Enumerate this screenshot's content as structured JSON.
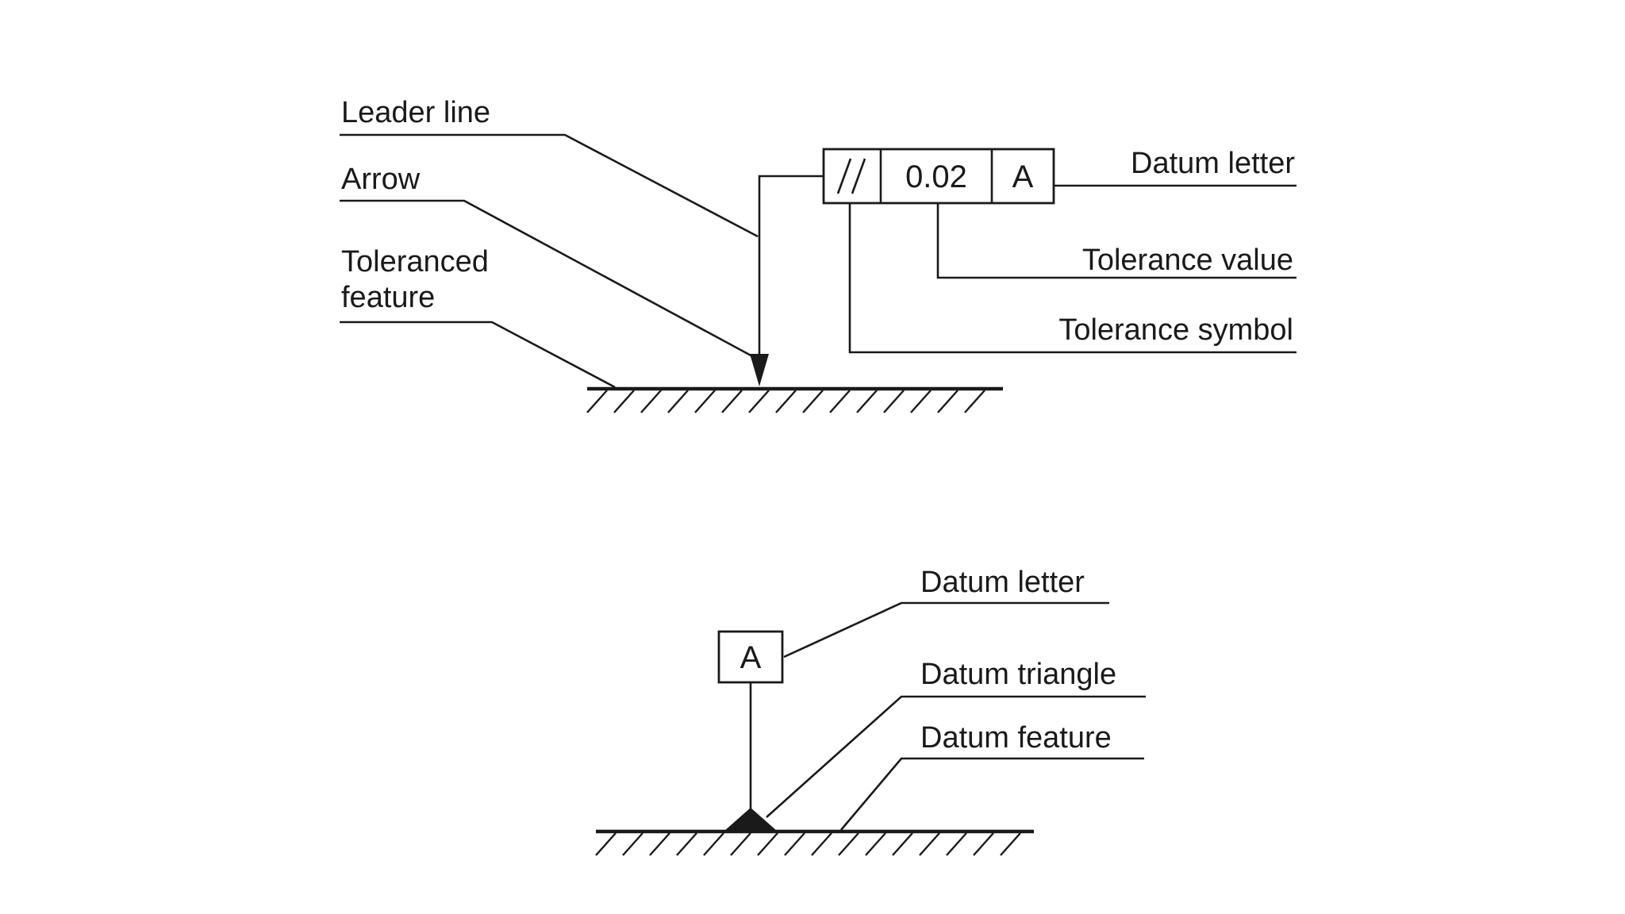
{
  "top_diagram": {
    "labels": {
      "leader_line": "Leader line",
      "arrow": "Arrow",
      "toleranced_feature_line1": "Toleranced",
      "toleranced_feature_line2": "feature",
      "datum_letter": "Datum letter",
      "tolerance_value": "Tolerance value",
      "tolerance_symbol": "Tolerance symbol"
    },
    "frame": {
      "symbol": "//",
      "value": "0.02",
      "datum": "A"
    }
  },
  "bottom_diagram": {
    "labels": {
      "datum_letter": "Datum letter",
      "datum_triangle": "Datum triangle",
      "datum_feature": "Datum feature"
    },
    "datum_box": "A"
  },
  "colors": {
    "ink": "#1a1a1a",
    "background": "#ffffff"
  }
}
